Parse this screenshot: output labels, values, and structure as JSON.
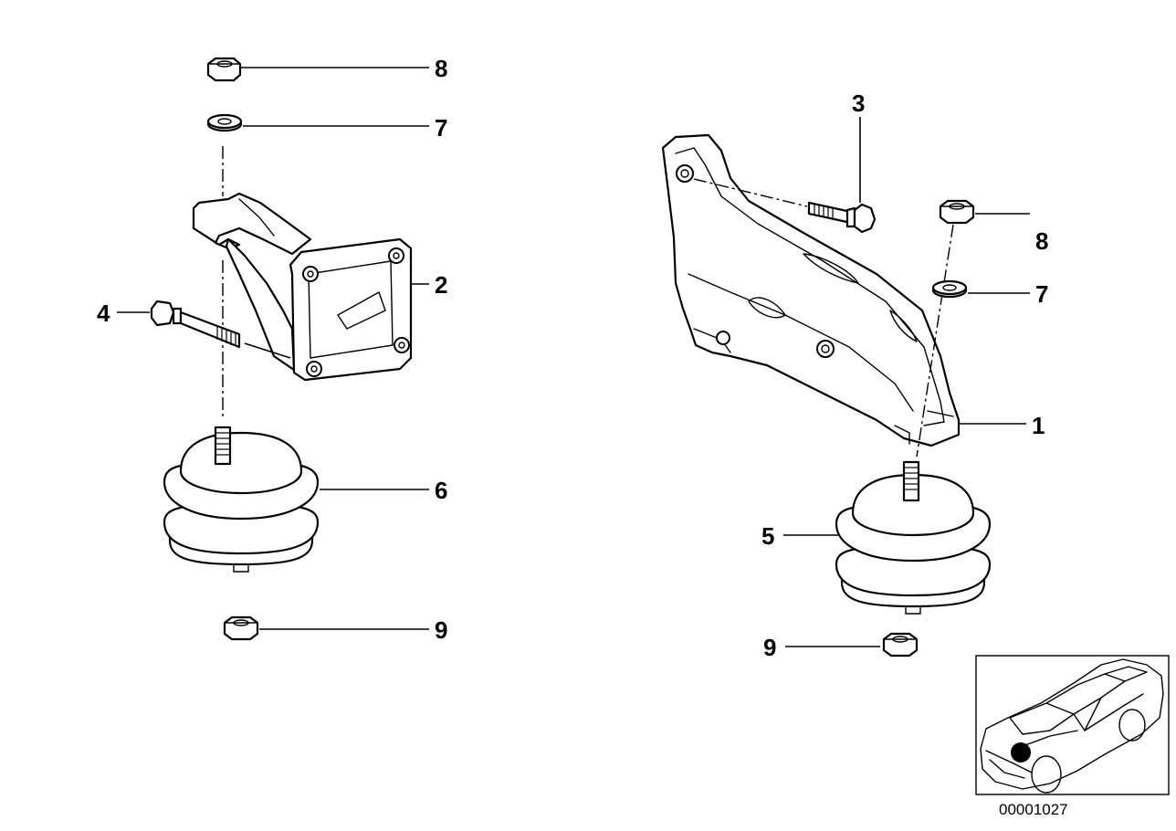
{
  "diagram": {
    "callouts": {
      "left_8": "8",
      "left_7": "7",
      "left_2": "2",
      "left_4": "4",
      "left_6": "6",
      "left_9": "9",
      "right_3": "3",
      "right_8": "8",
      "right_7": "7",
      "right_1": "1",
      "right_5": "5",
      "right_9": "9"
    },
    "diagram_id": "00001027"
  }
}
